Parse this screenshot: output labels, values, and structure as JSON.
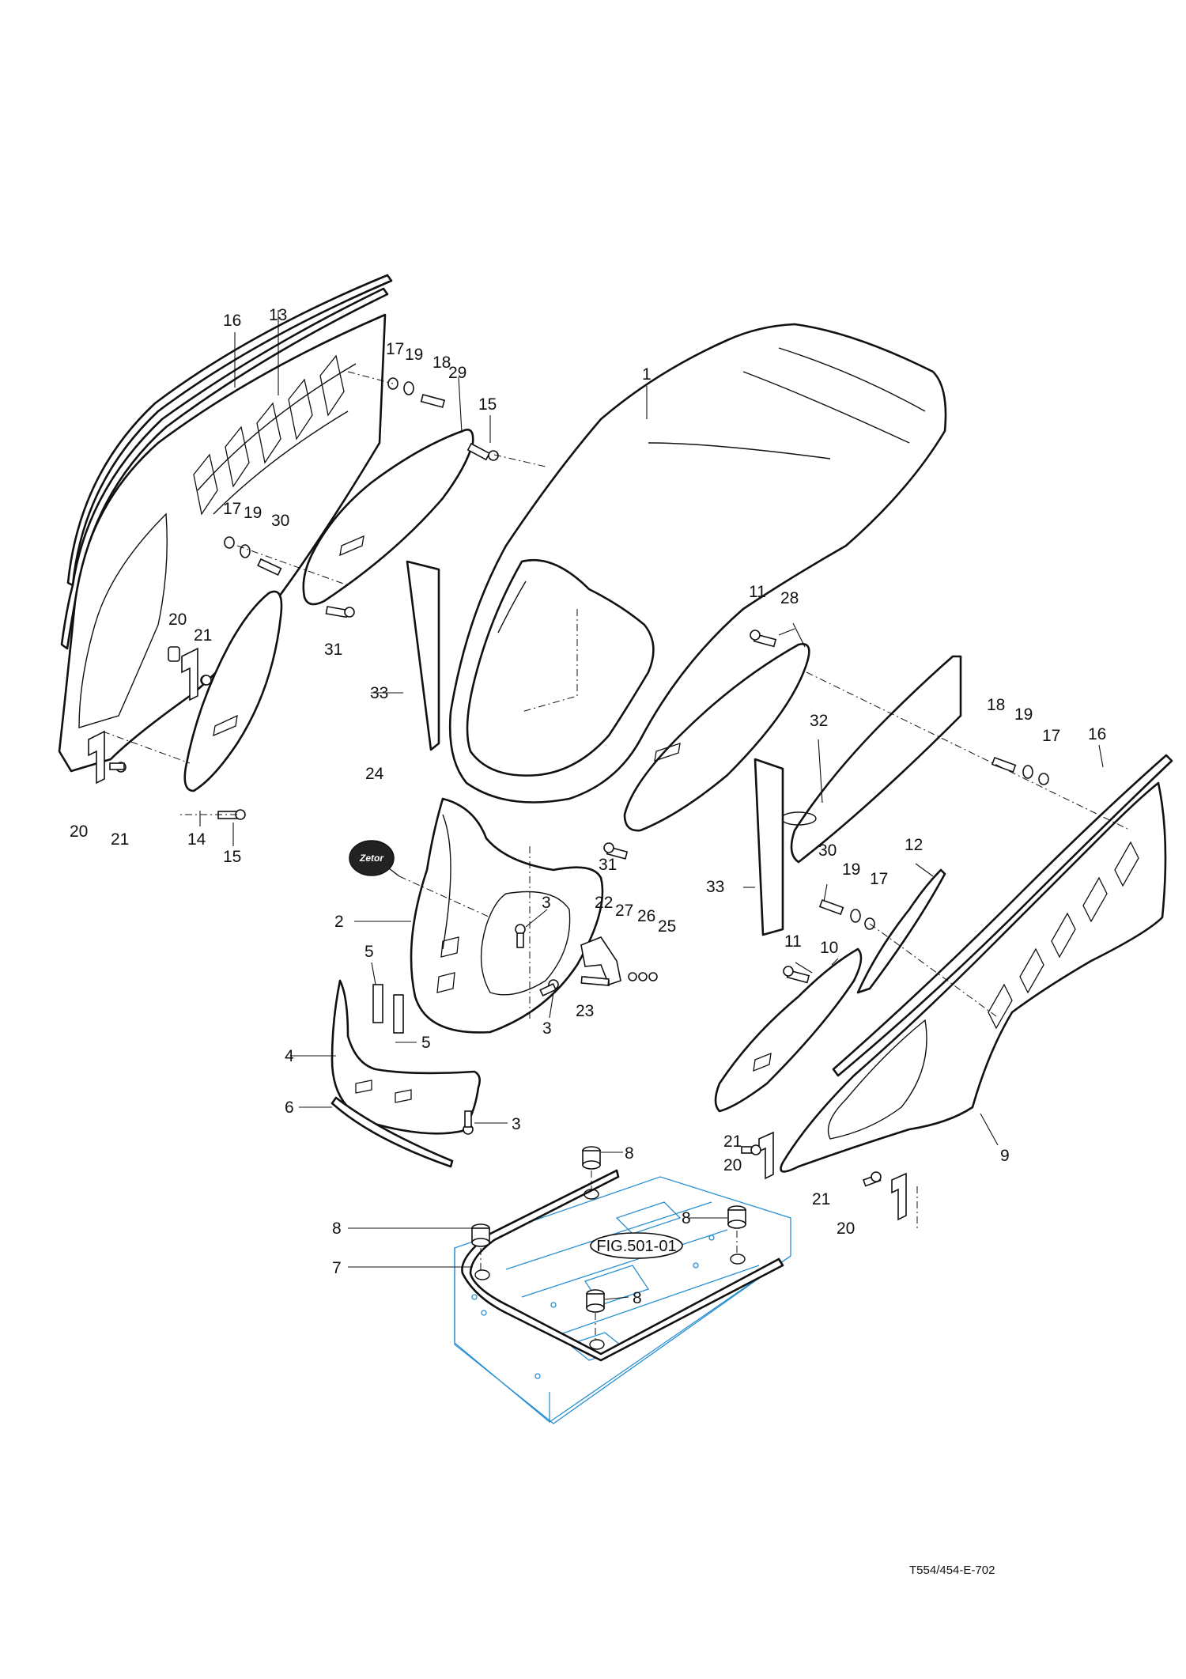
{
  "figure": {
    "reference_label": "FIG.501-01",
    "drawing_code": "T554/454-E-702"
  },
  "emblem": {
    "text": "Zetor"
  },
  "callouts": [
    {
      "id": "c1",
      "text": "1"
    },
    {
      "id": "c2",
      "text": "2"
    },
    {
      "id": "c3a",
      "text": "3"
    },
    {
      "id": "c3b",
      "text": "3"
    },
    {
      "id": "c3c",
      "text": "3"
    },
    {
      "id": "c4",
      "text": "4"
    },
    {
      "id": "c5a",
      "text": "5"
    },
    {
      "id": "c5b",
      "text": "5"
    },
    {
      "id": "c6",
      "text": "6"
    },
    {
      "id": "c7",
      "text": "7"
    },
    {
      "id": "c8a",
      "text": "8"
    },
    {
      "id": "c8b",
      "text": "8"
    },
    {
      "id": "c8c",
      "text": "8"
    },
    {
      "id": "c8d",
      "text": "8"
    },
    {
      "id": "c9",
      "text": "9"
    },
    {
      "id": "c10",
      "text": "10"
    },
    {
      "id": "c11a",
      "text": "11"
    },
    {
      "id": "c11b",
      "text": "11"
    },
    {
      "id": "c12",
      "text": "12"
    },
    {
      "id": "c13",
      "text": "13"
    },
    {
      "id": "c14",
      "text": "14"
    },
    {
      "id": "c15a",
      "text": "15"
    },
    {
      "id": "c15b",
      "text": "15"
    },
    {
      "id": "c16a",
      "text": "16"
    },
    {
      "id": "c16b",
      "text": "16"
    },
    {
      "id": "c17a",
      "text": "17"
    },
    {
      "id": "c17b",
      "text": "17"
    },
    {
      "id": "c17c",
      "text": "17"
    },
    {
      "id": "c17d",
      "text": "17"
    },
    {
      "id": "c18a",
      "text": "18"
    },
    {
      "id": "c18b",
      "text": "18"
    },
    {
      "id": "c19a",
      "text": "19"
    },
    {
      "id": "c19b",
      "text": "19"
    },
    {
      "id": "c19c",
      "text": "19"
    },
    {
      "id": "c19d",
      "text": "19"
    },
    {
      "id": "c20a",
      "text": "20"
    },
    {
      "id": "c20b",
      "text": "20"
    },
    {
      "id": "c20c",
      "text": "20"
    },
    {
      "id": "c20d",
      "text": "20"
    },
    {
      "id": "c21a",
      "text": "21"
    },
    {
      "id": "c21b",
      "text": "21"
    },
    {
      "id": "c21c",
      "text": "21"
    },
    {
      "id": "c21d",
      "text": "21"
    },
    {
      "id": "c22",
      "text": "22"
    },
    {
      "id": "c23",
      "text": "23"
    },
    {
      "id": "c24",
      "text": "24"
    },
    {
      "id": "c25",
      "text": "25"
    },
    {
      "id": "c26",
      "text": "26"
    },
    {
      "id": "c27",
      "text": "27"
    },
    {
      "id": "c28",
      "text": "28"
    },
    {
      "id": "c29",
      "text": "29"
    },
    {
      "id": "c30a",
      "text": "30"
    },
    {
      "id": "c30b",
      "text": "30"
    },
    {
      "id": "c31a",
      "text": "31"
    },
    {
      "id": "c31b",
      "text": "31"
    },
    {
      "id": "c32",
      "text": "32"
    },
    {
      "id": "c33a",
      "text": "33"
    },
    {
      "id": "c33b",
      "text": "33"
    }
  ],
  "colors": {
    "line": "#111111",
    "reference_frame": "#2a8fd0",
    "background": "#ffffff"
  }
}
